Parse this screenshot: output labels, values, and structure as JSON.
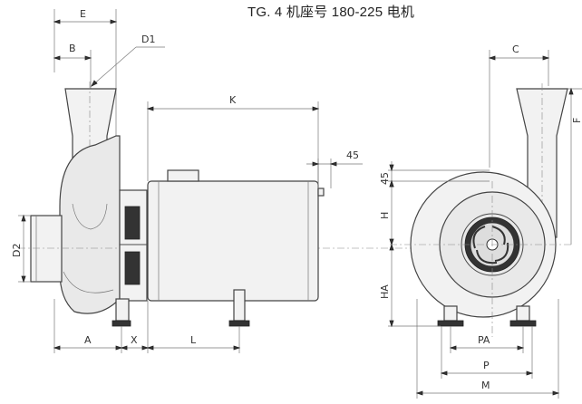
{
  "title": "TG. 4  机座号 180-225 电机",
  "labels": {
    "E": "E",
    "B": "B",
    "D1": "D1",
    "K": "K",
    "k45_side": "45",
    "D2": "D2",
    "A": "A",
    "X": "X",
    "L": "L",
    "C": "C",
    "F": "F",
    "k45_front": "45",
    "H": "H",
    "HA": "HA",
    "PA": "PA",
    "P": "P",
    "M": "M"
  },
  "colors": {
    "line": "#4a4a4a",
    "fill": "#f2f2f2",
    "text": "#333333"
  }
}
